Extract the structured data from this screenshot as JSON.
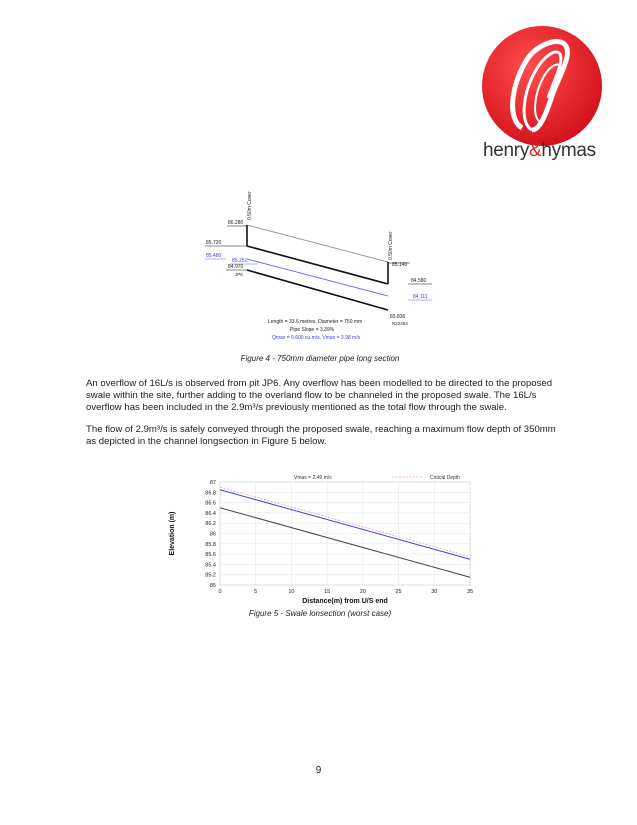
{
  "brand": {
    "name_prefix": "henry",
    "name_amp": "&",
    "name_suffix": "hymas"
  },
  "figure4": {
    "labels": {
      "cover_left": "0.50m Cover",
      "cover_right": "0.50m Cover",
      "el_86280": "86.280",
      "el_85720": "85.720",
      "el_85480": "85.480",
      "el_85251": "85.251",
      "el_84970": "84.970",
      "jp6": "JP6",
      "el_85140": "85.140",
      "el_84580": "84.580",
      "el_84111": "84.111",
      "el_83836": "83.836",
      "n22453": "N22453",
      "length_diam": "Length = 33.6 metres,  Diameter = 750 mm",
      "pipe_slope": "Pipe Slope = 3.39%",
      "qmax": "Qmax = 0.600 cu.m/s,  Vmax = 3.98 m/s"
    },
    "caption": "Figure 4 - 750mm diameter pipe long section"
  },
  "paragraphs": {
    "p1": "An overflow of 16L/s is observed from pit JP6. Any overflow has been modelled to be directed to the proposed swale within the site, further adding to the overland flow to be channeled in the proposed swale. The 16L/s overflow has been included in the 2.9m³/s previously mentioned as the total flow through the swale.",
    "p2": "The flow of 2.9m³/s is safely conveyed through the proposed swale, reaching a maximum flow depth of 350mm as depicted in the channel longsection in Figure 5 below."
  },
  "figure5": {
    "caption": "Figure 5 - Swale lonsection (worst case)"
  },
  "chart_data": {
    "type": "line",
    "xlabel": "Distance(m) from U/S end",
    "ylabel": "Elevation (m)",
    "xlim": [
      0,
      35
    ],
    "ylim": [
      85,
      87
    ],
    "xticks": [
      0,
      5,
      10,
      15,
      20,
      25,
      30,
      35
    ],
    "yticks": [
      85,
      85.2,
      85.4,
      85.6,
      85.8,
      86,
      86.2,
      86.4,
      86.6,
      86.8,
      87
    ],
    "grid": true,
    "annotation": "Vmax = 2.49 m/s",
    "series": [
      {
        "name": "Critical Depth",
        "x": [
          0,
          35
        ],
        "y": [
          86.9,
          85.55
        ],
        "color": "#f2a0a0",
        "dash": true
      },
      {
        "x": [
          0,
          35
        ],
        "y": [
          86.85,
          85.5
        ],
        "color": "#4040e0"
      },
      {
        "x": [
          0,
          35
        ],
        "y": [
          86.5,
          85.15
        ],
        "color": "#444444"
      }
    ]
  },
  "page_number": "9"
}
